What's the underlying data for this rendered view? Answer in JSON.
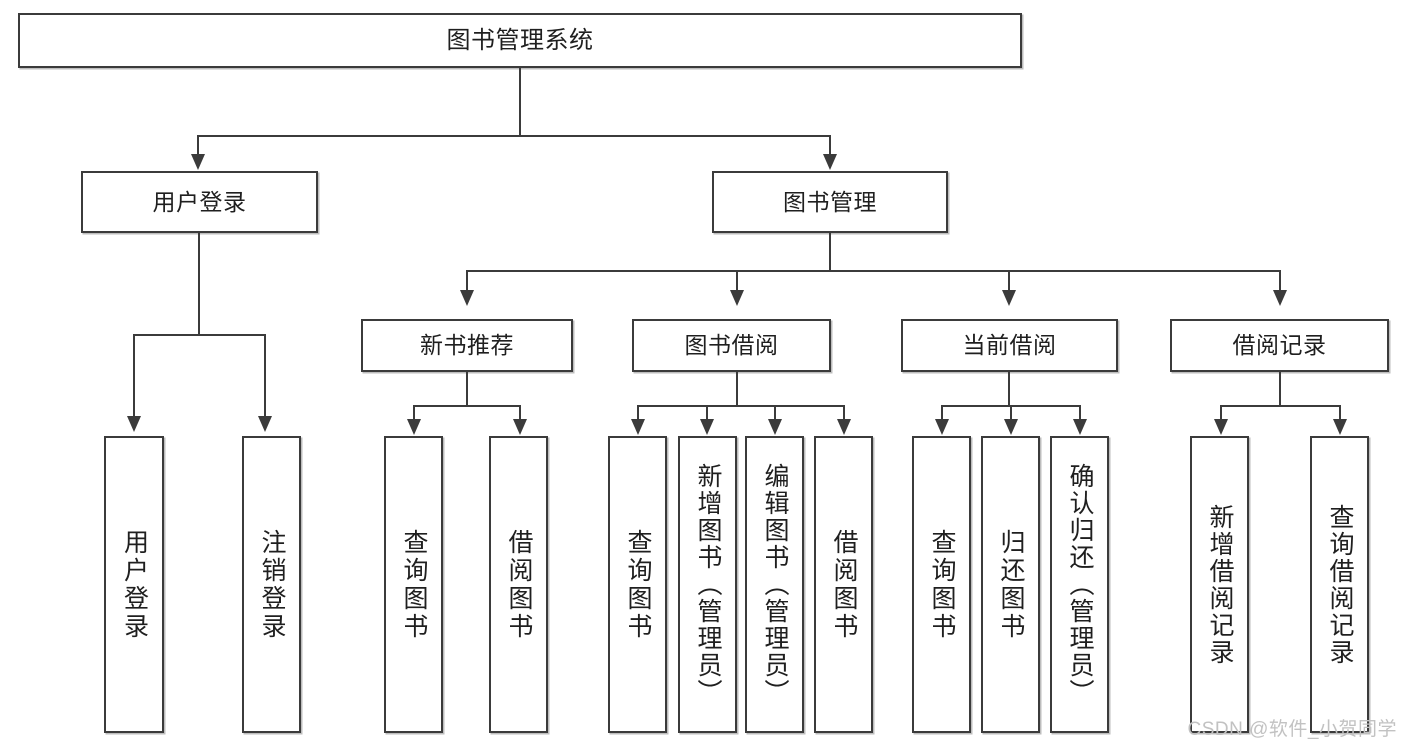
{
  "diagram": {
    "type": "tree",
    "title": "图书管理系统",
    "root": {
      "label": "图书管理系统"
    },
    "branches": [
      {
        "label": "用户登录"
      },
      {
        "label": "图书管理"
      }
    ],
    "subbranches": [
      {
        "label": "新书推荐"
      },
      {
        "label": "图书借阅"
      },
      {
        "label": "当前借阅"
      },
      {
        "label": "借阅记录"
      }
    ],
    "leaves": {
      "user_login": [
        {
          "label": "用户登录"
        },
        {
          "label": "注销登录"
        }
      ],
      "new_book_recommend": [
        {
          "label": "查询图书"
        },
        {
          "label": "借阅图书"
        }
      ],
      "book_borrow": [
        {
          "label": "查询图书"
        },
        {
          "label": "新增图书（管理员）"
        },
        {
          "label": "编辑图书（管理员）"
        },
        {
          "label": "借阅图书"
        }
      ],
      "current_borrow": [
        {
          "label": "查询图书"
        },
        {
          "label": "归还图书"
        },
        {
          "label": "确认归还（管理员）"
        }
      ],
      "borrow_record": [
        {
          "label": "新增借阅记录"
        },
        {
          "label": "查询借阅记录"
        }
      ]
    }
  },
  "watermark": {
    "text": "CSDN @软件_小贺同学"
  },
  "colors": {
    "stroke": "#3b3b3b",
    "background": "#ffffff",
    "text": "#1f1f1f",
    "watermark": "#c2c2c2"
  }
}
